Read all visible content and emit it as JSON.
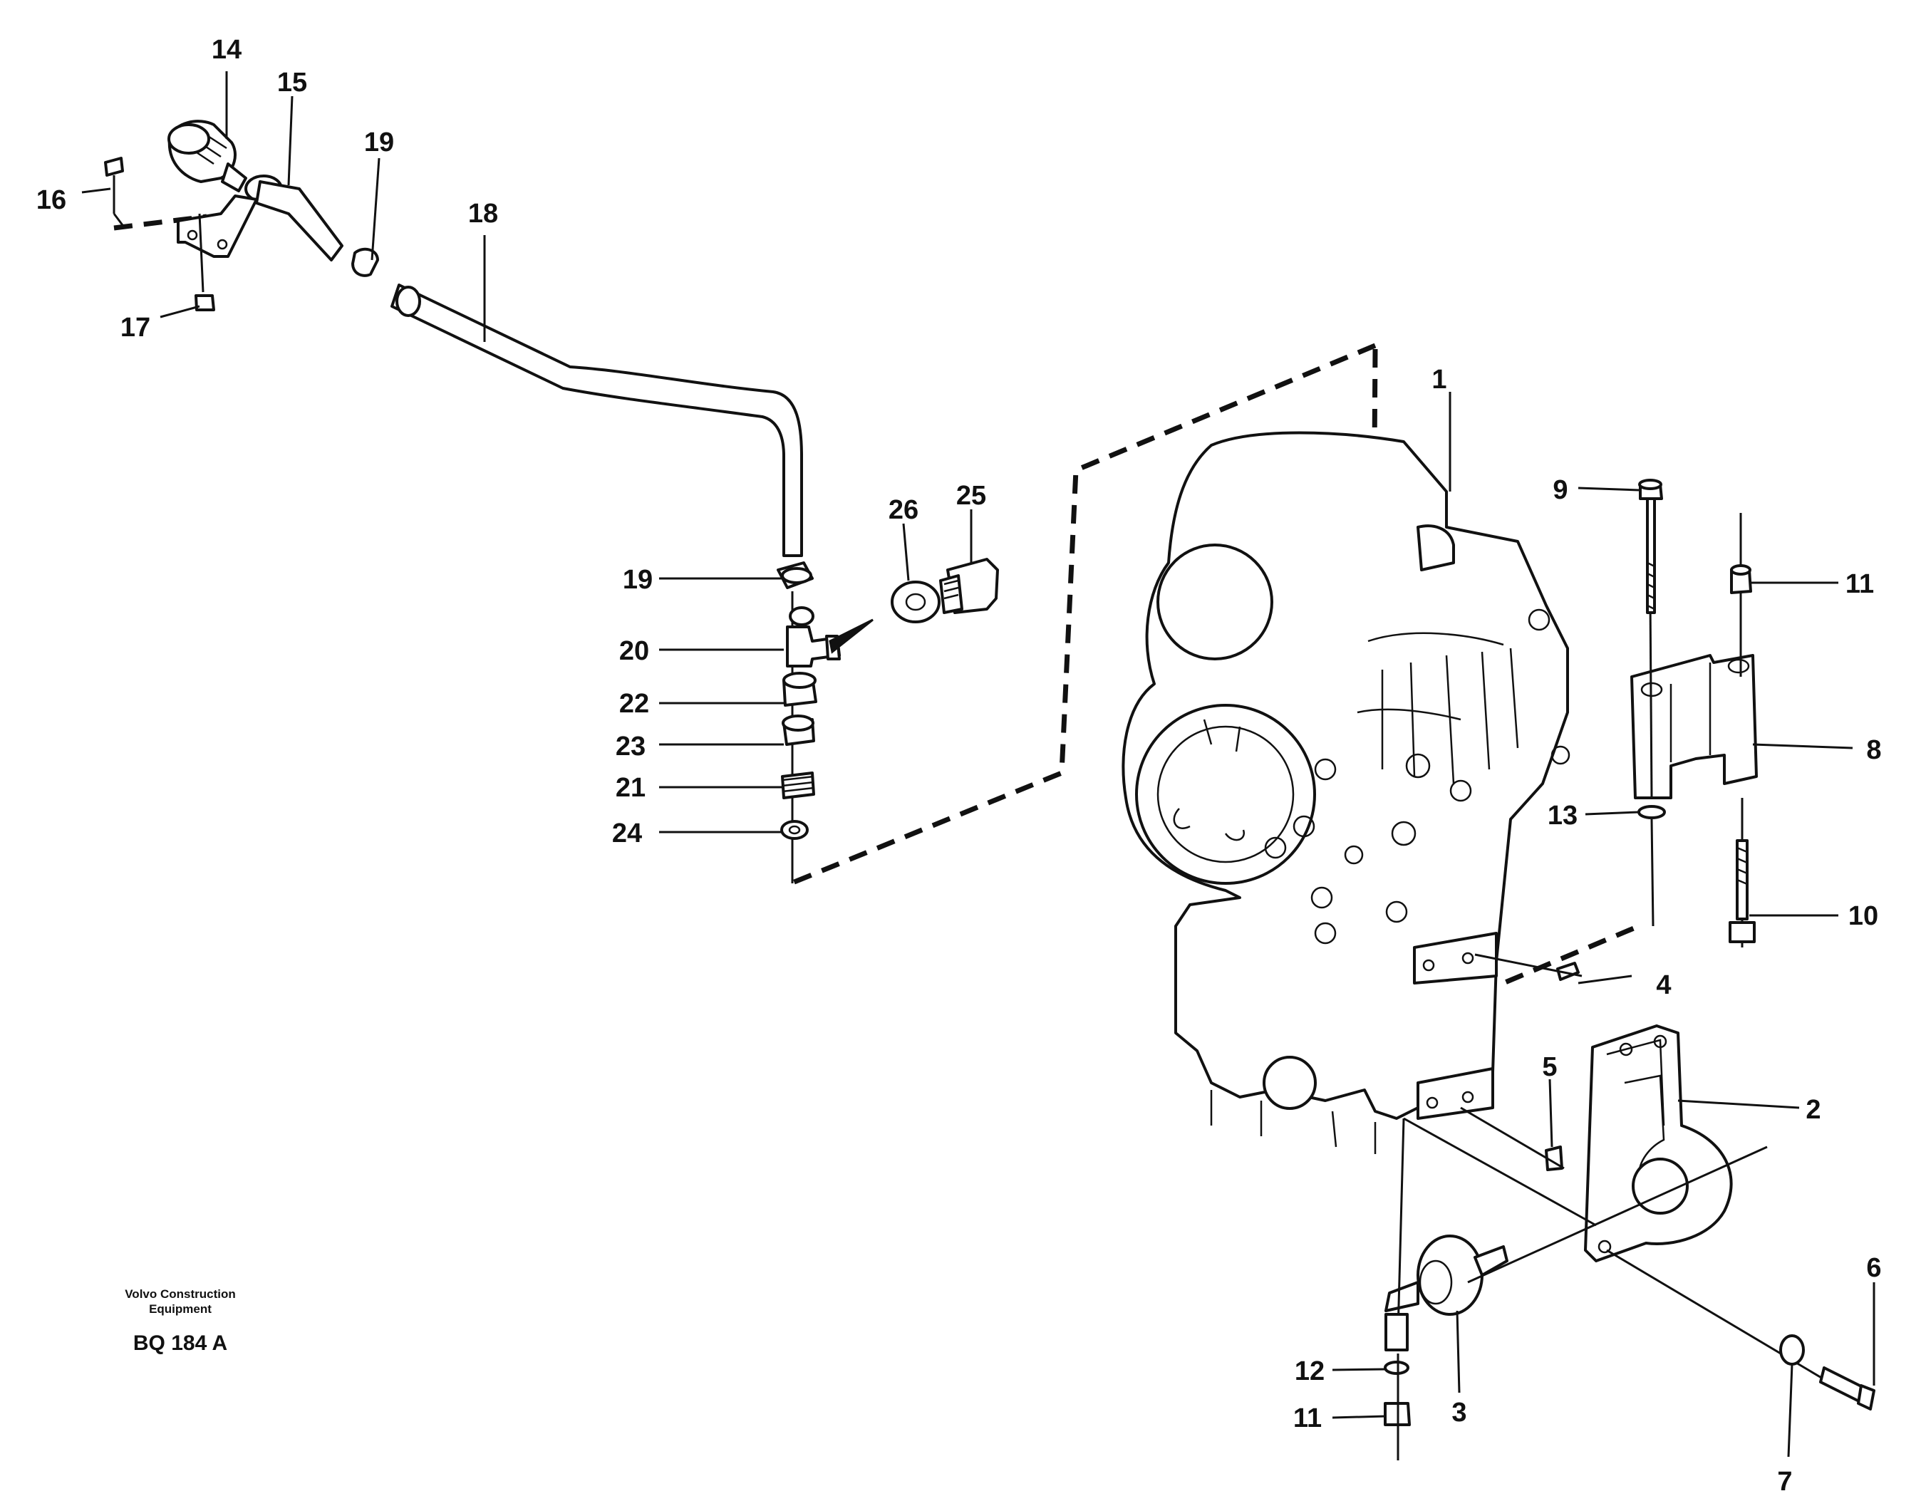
{
  "diagram": {
    "callouts": [
      {
        "id": "callout-1",
        "text": "1"
      },
      {
        "id": "callout-2",
        "text": "2"
      },
      {
        "id": "callout-3",
        "text": "3"
      },
      {
        "id": "callout-4",
        "text": "4"
      },
      {
        "id": "callout-5",
        "text": "5"
      },
      {
        "id": "callout-6",
        "text": "6"
      },
      {
        "id": "callout-7",
        "text": "7"
      },
      {
        "id": "callout-8",
        "text": "8"
      },
      {
        "id": "callout-9",
        "text": "9"
      },
      {
        "id": "callout-10",
        "text": "10"
      },
      {
        "id": "callout-11a",
        "text": "11"
      },
      {
        "id": "callout-11b",
        "text": "11"
      },
      {
        "id": "callout-12",
        "text": "12"
      },
      {
        "id": "callout-13",
        "text": "13"
      },
      {
        "id": "callout-14",
        "text": "14"
      },
      {
        "id": "callout-15",
        "text": "15"
      },
      {
        "id": "callout-16",
        "text": "16"
      },
      {
        "id": "callout-17",
        "text": "17"
      },
      {
        "id": "callout-18",
        "text": "18"
      },
      {
        "id": "callout-19a",
        "text": "19"
      },
      {
        "id": "callout-19b",
        "text": "19"
      },
      {
        "id": "callout-20",
        "text": "20"
      },
      {
        "id": "callout-21",
        "text": "21"
      },
      {
        "id": "callout-22",
        "text": "22"
      },
      {
        "id": "callout-23",
        "text": "23"
      },
      {
        "id": "callout-24",
        "text": "24"
      },
      {
        "id": "callout-25",
        "text": "25"
      },
      {
        "id": "callout-26",
        "text": "26"
      }
    ]
  },
  "footer": {
    "company_line1": "Volvo Construction",
    "company_line2": "Equipment",
    "drawing_code": "BQ 184 A"
  }
}
